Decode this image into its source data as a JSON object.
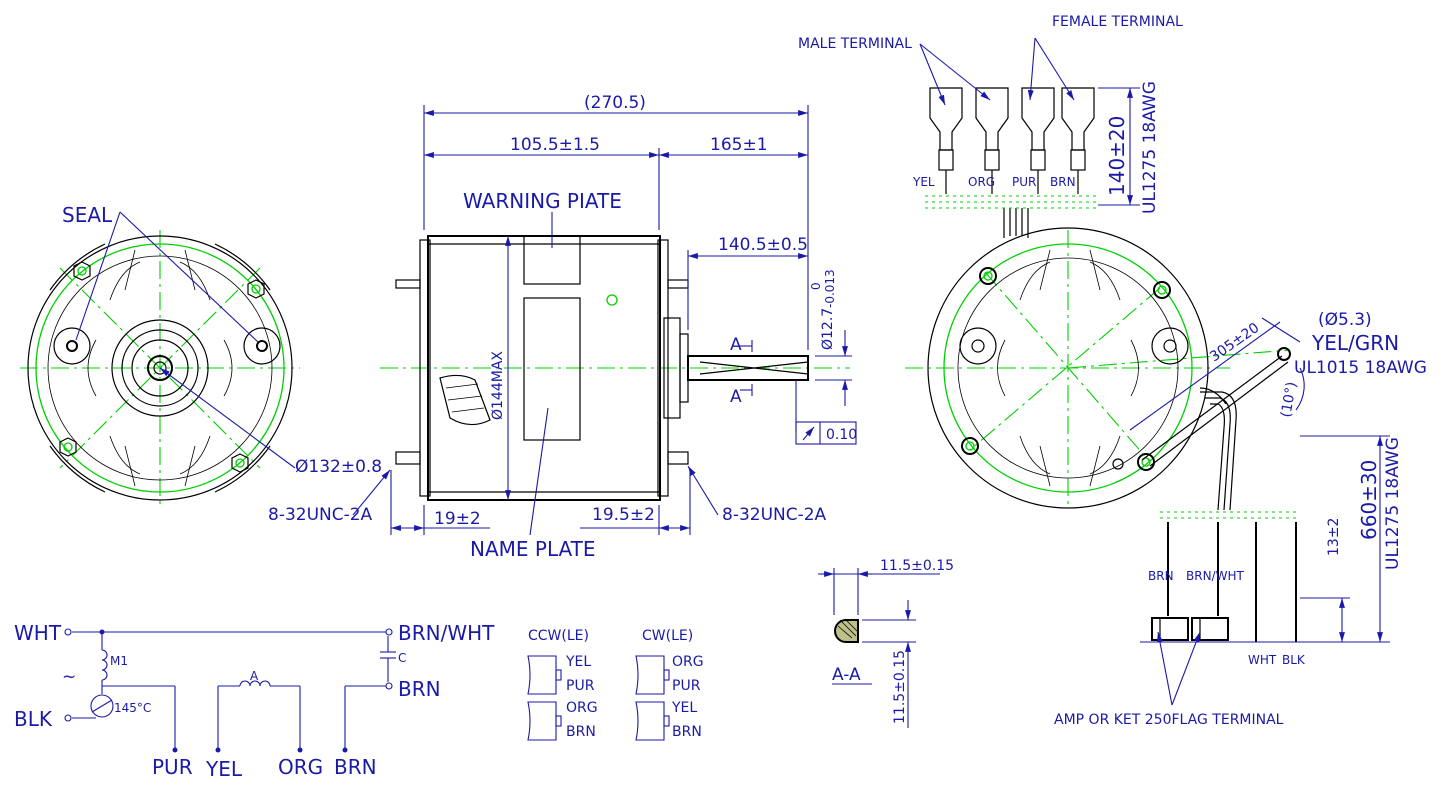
{
  "labels": {
    "seal": "SEAL",
    "dia_132": "Ø132±0.8",
    "thread_left": "8-32UNC-2A",
    "thread_right": "8-32UNC-2A",
    "overall_length": "(270.5)",
    "body_length": "105.5±1.5",
    "shaft_length": "165±1",
    "shaft_ext": "140.5±0.5",
    "shaft_dia": "Ø12.7",
    "shaft_tol_upper": "0",
    "shaft_tol_lower": "-0.013",
    "warning_plate": "WARNING PIATE",
    "name_plate": "NAME PLATE",
    "dia_144": "Ø144MAX",
    "dim_19": "19±2",
    "dim_19_5": "19.5±2",
    "section_a_top": "A",
    "section_a_bottom": "A",
    "runout": "0.10",
    "male_terminal": "MALE TERMINAL",
    "female_terminal": "FEMALE TERMINAL",
    "lead_top_len": "140±20",
    "lead_top_wire": "UL1275 18AWG",
    "wire_yel": "YEL",
    "wire_org": "ORG",
    "wire_pur": "PUR",
    "wire_brn": "BRN",
    "ground_dia": "(Ø5.3)",
    "ground_color": "YEL/GRN",
    "ground_wire": "UL1015 18AWG",
    "ground_len": "305±20",
    "ground_angle": "(10°)",
    "lead_bottom_len": "660±30",
    "lead_bottom_wire": "UL1275 18AWG",
    "dim_13": "13±2",
    "wire_brn_b": "BRN",
    "wire_brn_wht_b": "BRN/WHT",
    "wire_wht_b": "WHT",
    "wire_blk_b": "BLK",
    "flag_terminal": "AMP OR KET 250FLAG TERMINAL",
    "sec_width": "11.5±0.15",
    "sec_height": "11.5±0.15",
    "sec_label": "A-A"
  },
  "schematic": {
    "wht": "WHT",
    "blk": "BLK",
    "ac": "~",
    "m1": "M1",
    "thermal": "145°C",
    "brn_wht": "BRN/WHT",
    "cap": "C",
    "brn": "BRN",
    "coil_a": "A",
    "bottom_pur": "PUR",
    "bottom_yel": "YEL",
    "bottom_org": "ORG",
    "bottom_brn": "BRN"
  },
  "rotation": {
    "ccw_title": "CCW(LE)",
    "ccw_1": "YEL",
    "ccw_2": "PUR",
    "ccw_3": "ORG",
    "ccw_4": "BRN",
    "cw_title": "CW(LE)",
    "cw_1": "ORG",
    "cw_2": "PUR",
    "cw_3": "YEL",
    "cw_4": "BRN"
  }
}
